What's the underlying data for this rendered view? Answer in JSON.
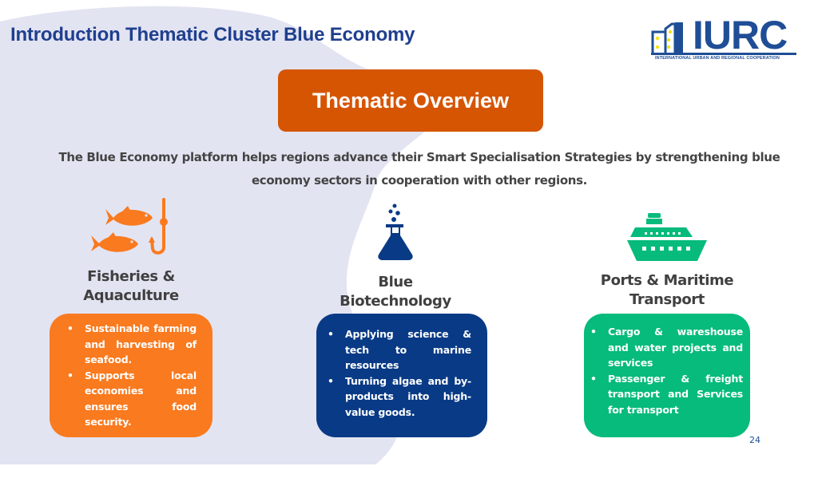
{
  "slide": {
    "title": "Introduction Thematic Cluster Blue Economy",
    "banner": "Thematic Overview",
    "intro": "The Blue Economy platform helps regions advance their Smart Specialisation Strategies by strengthening blue economy sectors in cooperation with other regions.",
    "page_number": "24"
  },
  "logo": {
    "text": "IURC",
    "subtitle": "INTERNATIONAL URBAN AND REGIONAL COOPERATION"
  },
  "colors": {
    "title": "#1f3f8f",
    "banner": "#d65502",
    "fisheries": "#f97a1f",
    "biotech": "#093a86",
    "ports": "#06bb7c",
    "background_shape": "#e3e4f2"
  },
  "sectors": [
    {
      "icon": "fish-and-hook-icon",
      "heading_lines": [
        "Fisheries &",
        "Aquaculture"
      ],
      "bullets": [
        "Sustainable farming and harvesting of seafood.",
        "Supports local economies and ensures food security."
      ]
    },
    {
      "icon": "lab-flask-icon",
      "heading_lines": [
        "Blue",
        "Biotechnology"
      ],
      "bullets": [
        "Applying science & tech to marine resources",
        "Turning algae and by-products into high-value goods."
      ]
    },
    {
      "icon": "ship-icon",
      "heading_lines": [
        "Ports & Maritime",
        "Transport"
      ],
      "bullets": [
        "Cargo & wareshouse and water projects and services",
        "Passenger & freight transport and Services for transport"
      ]
    }
  ],
  "bullet_symbol": "•"
}
